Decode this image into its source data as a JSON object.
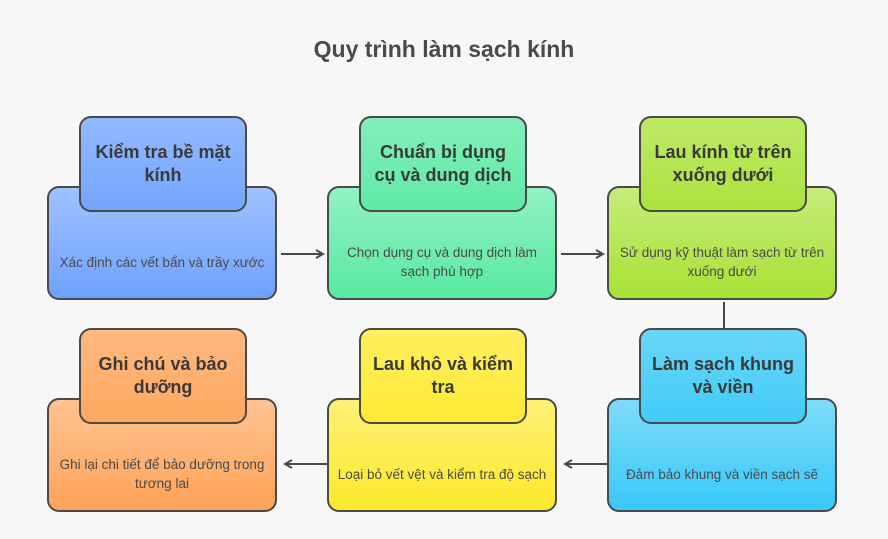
{
  "title": "Quy trình làm sạch kính",
  "steps": [
    {
      "heading": "Kiểm tra bề mặt kính",
      "description": "Xác định các vết bẩn và trầy xước",
      "color": "#6da1ff"
    },
    {
      "heading": "Chuẩn bị dụng cụ và dung dịch",
      "description": "Chọn dụng cụ và dung dịch làm sạch phù hợp",
      "color": "#58e9a2"
    },
    {
      "heading": "Lau kính từ trên xuống dưới",
      "description": "Sử dụng kỹ thuật làm sạch từ trên xuống dưới",
      "color": "#a8e234"
    },
    {
      "heading": "Làm sạch khung và viền",
      "description": "Đảm bảo khung và viền sạch sẽ",
      "color": "#38c8f7"
    },
    {
      "heading": "Lau khô và kiểm tra",
      "description": "Loại bỏ vết vệt và kiểm tra độ sạch",
      "color": "#fde92a"
    },
    {
      "heading": "Ghi chú và bảo dưỡng",
      "description": "Ghi lại chi tiết để bảo dưỡng trong tương lai",
      "color": "#ffa257"
    }
  ]
}
